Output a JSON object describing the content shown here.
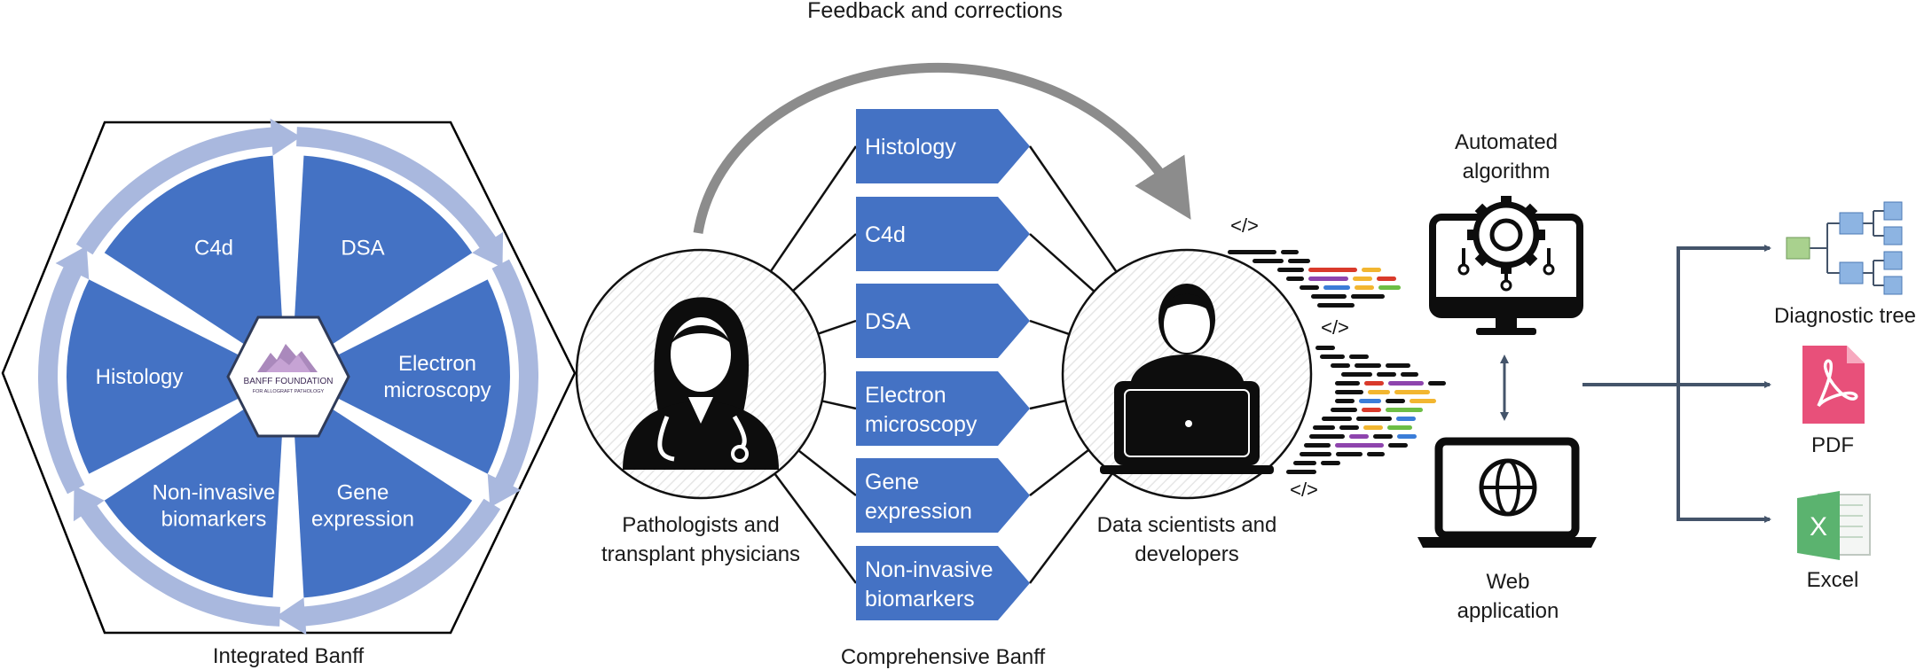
{
  "feedback": {
    "label": "Feedback and corrections"
  },
  "integrated": {
    "caption": "Integrated Banff",
    "segments": [
      {
        "lines": [
          "C4d"
        ]
      },
      {
        "lines": [
          "DSA"
        ]
      },
      {
        "lines": [
          "Electron",
          "microscopy"
        ]
      },
      {
        "lines": [
          "Gene",
          "expression"
        ]
      },
      {
        "lines": [
          "Non-invasive",
          "biomarkers"
        ]
      },
      {
        "lines": [
          "Histology"
        ]
      }
    ],
    "logo": {
      "line1": "BANFF FOUNDATION",
      "line2": "FOR ALLOGRAFT PATHOLOGY"
    }
  },
  "comprehensive": {
    "caption": "Comprehensive Banff",
    "tags": [
      {
        "lines": [
          "Histology"
        ]
      },
      {
        "lines": [
          "C4d"
        ]
      },
      {
        "lines": [
          "DSA"
        ]
      },
      {
        "lines": [
          "Electron",
          "microscopy"
        ]
      },
      {
        "lines": [
          "Gene",
          "expression"
        ]
      },
      {
        "lines": [
          "Non-invasive",
          "biomarkers"
        ]
      }
    ]
  },
  "pathologists": {
    "lines": [
      "Pathologists and",
      "transplant physicians"
    ]
  },
  "data_scientists": {
    "lines": [
      "Data scientists and",
      "developers"
    ]
  },
  "code_tags": [
    "</>",
    "</>",
    "</>"
  ],
  "automated": {
    "lines": [
      "Automated",
      "algorithm"
    ]
  },
  "web_app": {
    "lines": [
      "Web",
      "application"
    ]
  },
  "outputs": [
    {
      "label": "Diagnostic tree",
      "icon": "diagnostic-tree-icon"
    },
    {
      "label": "PDF",
      "icon": "pdf-icon"
    },
    {
      "label": "Excel",
      "icon": "excel-icon"
    }
  ],
  "colors": {
    "segment_blue": "#4472C4",
    "arrow_ring": "#A9B8DE",
    "feedback_arrow": "#8C8C8C",
    "dark_arrow": "#44546A",
    "pdf": "#E8507A",
    "excel": "#5BB36F",
    "tree_blue": "#8DB4E2",
    "tree_green": "#A9D18E"
  }
}
